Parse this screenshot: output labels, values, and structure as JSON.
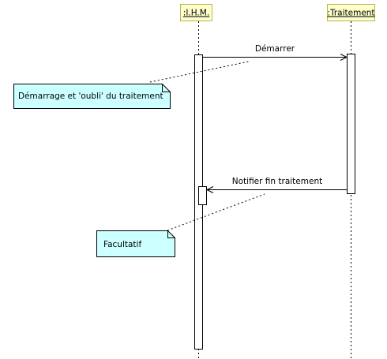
{
  "colors": {
    "object_fill": "#ffffcc",
    "object_border": "#b8b84c",
    "note_fill": "#ccffff",
    "line": "#000000",
    "dashed": "#000000"
  },
  "lifelines": [
    {
      "id": "ihm",
      "label": ":I.H.M."
    },
    {
      "id": "traitement",
      "label": ":Traitement"
    }
  ],
  "messages": [
    {
      "label": "Démarrer",
      "from": "ihm",
      "to": "traitement"
    },
    {
      "label": "Notifier fin traitement",
      "from": "traitement",
      "to": "ihm"
    }
  ],
  "notes": [
    {
      "text": "Démarrage et 'oubli' du traitement",
      "attached_to": "Démarrer"
    },
    {
      "text": "Facultatif",
      "attached_to": "Notifier fin traitement"
    }
  ]
}
